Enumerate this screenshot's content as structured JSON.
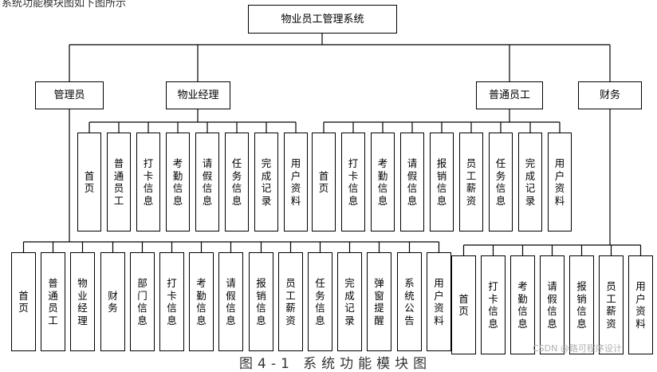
{
  "root": "物业员工管理系统",
  "roles": {
    "admin": "管理员",
    "manager": "物业经理",
    "employee": "普通员工",
    "finance": "财务"
  },
  "manager_modules": [
    "首页",
    "普通员工",
    "打卡信息",
    "考勤信息",
    "请假信息",
    "任务信息",
    "完成记录",
    "用户资料"
  ],
  "employee_modules": [
    "首页",
    "打卡信息",
    "考勤信息",
    "请假信息",
    "报销信息",
    "员工薪资",
    "任务信息",
    "完成记录",
    "用户资料"
  ],
  "admin_modules": [
    "首页",
    "普通员工",
    "物业经理",
    "财务",
    "部门信息",
    "打卡信息",
    "考勤信息",
    "请假信息",
    "报销信息",
    "员工薪资",
    "任务信息",
    "完成记录",
    "弹窗提醒",
    "系统公告",
    "用户资料"
  ],
  "finance_modules": [
    "首页",
    "打卡信息",
    "考勤信息",
    "请假信息",
    "报销信息",
    "员工薪资",
    "用户资料"
  ],
  "caption": "图4-1 系统功能模块图",
  "top_cut_text": "系统功能模块图如下图所示",
  "watermark": "CSDN @路可程序设计"
}
